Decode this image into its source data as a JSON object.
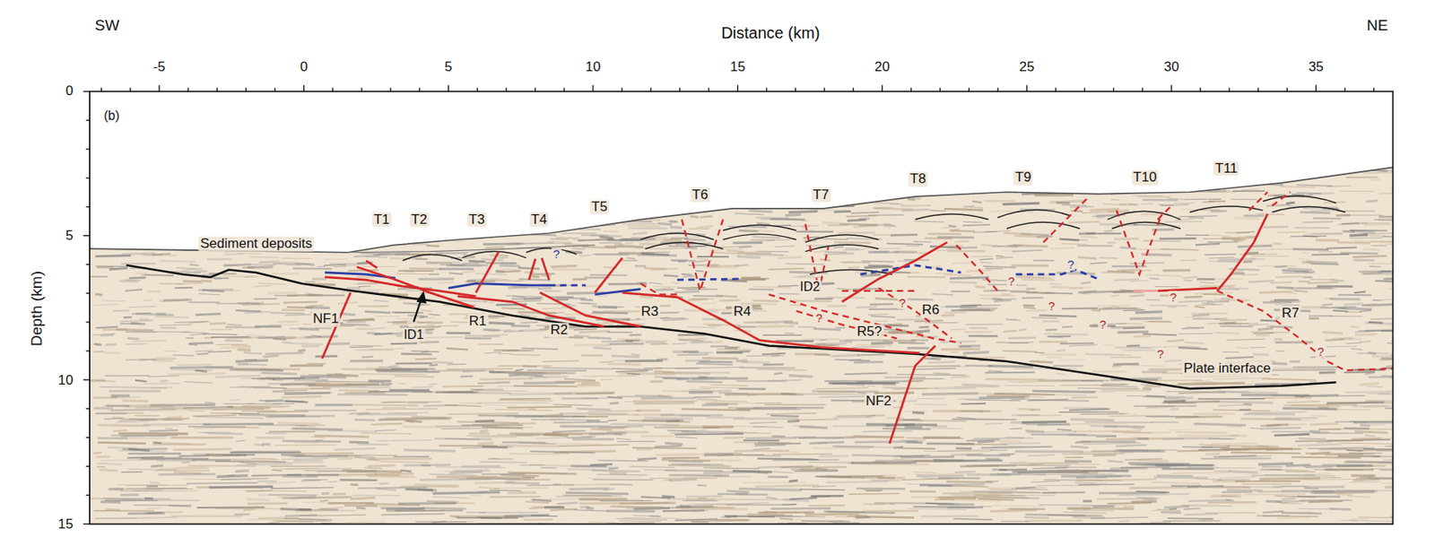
{
  "diagram": {
    "labels": [
      "(b)",
      "SW",
      "NE",
      "Distance (km)",
      "-5",
      "0",
      "5",
      "10",
      "15",
      "20",
      "25",
      "30",
      "35",
      "0",
      "5",
      "10",
      "15",
      "Depth (km)",
      "Sediment deposits",
      "T1",
      "T2",
      "T3",
      "T4",
      "T5",
      "T6",
      "T7",
      "T8",
      "T9",
      "T10",
      "T11",
      "ID1",
      "ID2",
      "R1",
      "R2",
      "R3",
      "R4",
      "R5?",
      "R6",
      "R7",
      "NF1",
      "NF2",
      "Plate interface",
      "?",
      "?",
      "?",
      "?",
      "?",
      "?",
      "?",
      "?",
      "?",
      "?"
    ]
  }
}
